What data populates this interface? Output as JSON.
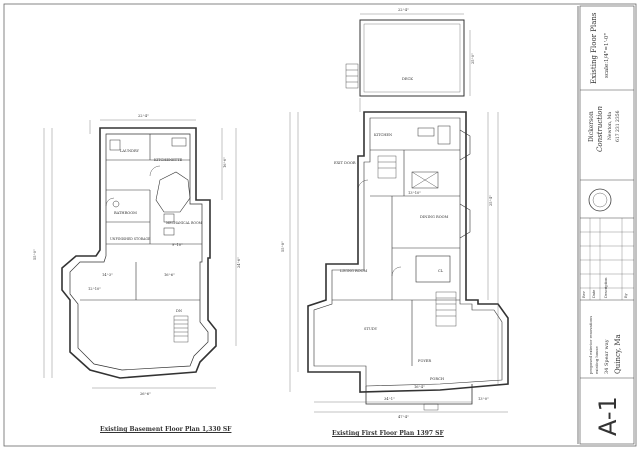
{
  "basement": {
    "caption": "Existing Basement Floor Plan  1,330 SF",
    "rooms": {
      "laundry": "LAUNDRY",
      "kitchenette": "KITCHENETTE",
      "bathroom": "BATHROOM",
      "mechanical": "MECHANICAL ROOM",
      "storage": "UNFINISHED STORAGE",
      "stair_label": "DN"
    },
    "dims": {
      "top": "22'-4\"",
      "left": "55'-0\"",
      "right_upper": "16'-6\"",
      "right_mid": "24'-6\"",
      "bottom": "26'-6\"",
      "mid_a": "14'-3\"",
      "mid_b": "12'-10\"",
      "mid_c": "9'-10\"",
      "mid_d": "16'-6\""
    }
  },
  "first_floor": {
    "caption": "Existing First Floor Plan  1397 SF",
    "rooms": {
      "deck": "DECK",
      "kitchen": "KITCHEN",
      "exit_door": "EXIT DOOR",
      "dining": "DINING ROOM",
      "living": "LIVING ROOM",
      "study": "STUDY",
      "cl": "CL",
      "foyer": "FOYER",
      "porch": "PORCH"
    },
    "dims": {
      "deck_top": "22'-4\"",
      "deck_side": "25'-0\"",
      "left": "55'-8\"",
      "right": "25'-4\"",
      "kitchen_w": "13'-10\"",
      "porch_w": "16'-4\"",
      "bottom_a": "34'-1\"",
      "bottom_b": "13'-0\"",
      "bottom_total": "47'-4\""
    }
  },
  "title_block": {
    "sheet_title": "Existing Floor Plans",
    "scale": "scale:1/4\"=1'-0\"",
    "company_name": "Dickerson",
    "company_tag": "Construction",
    "company_city": "Newton, Ma",
    "company_phone": "617 231 2356",
    "revision_headers": [
      "Rev",
      "Date",
      "Description",
      "By"
    ],
    "project_line1": "proposed exterior renovations",
    "project_line2": "existing house",
    "project_line3": "34 Spear way",
    "project_city": "Quincy, Ma",
    "sheet_number": "A-1"
  }
}
